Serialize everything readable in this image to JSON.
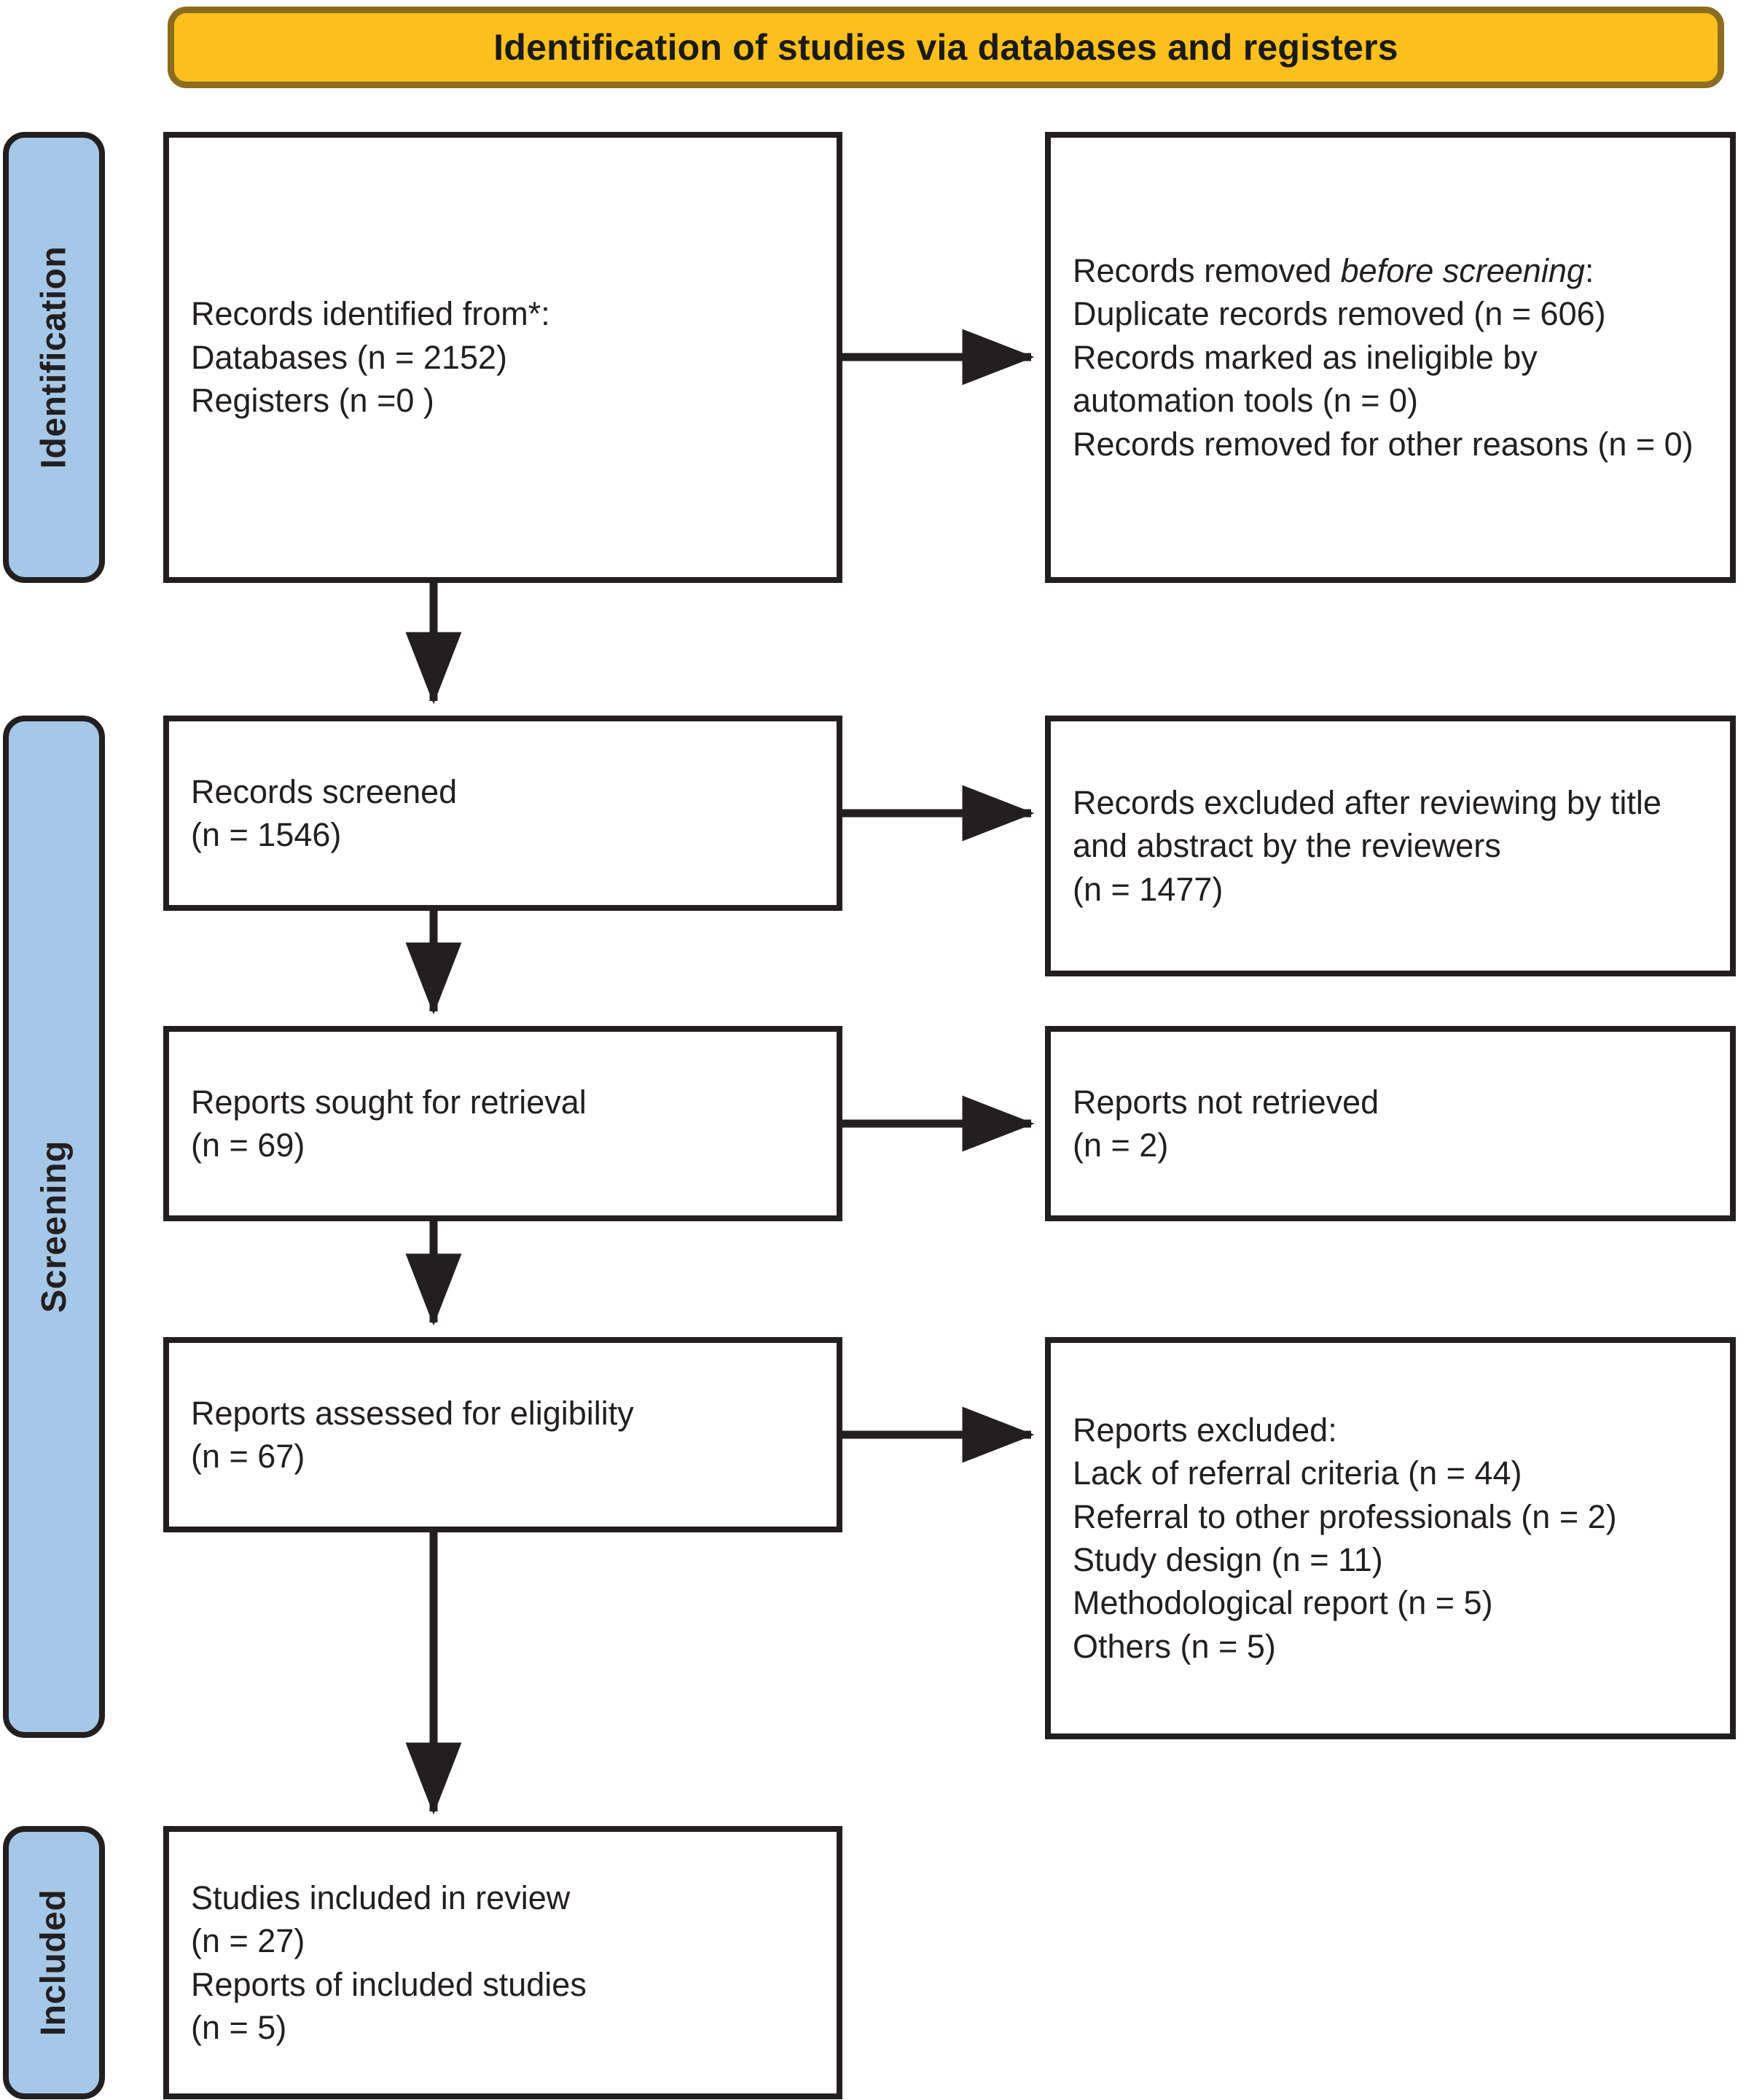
{
  "banner": {
    "label": "Identification of studies via databases and registers"
  },
  "stages": [
    {
      "id": "identification",
      "label": "Identification"
    },
    {
      "id": "screening",
      "label": "Screening"
    },
    {
      "id": "included",
      "label": "Included"
    }
  ],
  "boxes": {
    "identified": {
      "lines": [
        "Records identified from*:",
        "Databases (n = 2152)",
        "Registers (n =0 )"
      ]
    },
    "removed_before_screening": {
      "lead_plain": "Records removed ",
      "lead_italic": "before screening",
      "lead_tail": ":",
      "lines": [
        "Duplicate records removed  (n = 606)",
        "Records marked as ineligible by automation tools (n = 0)",
        "Records removed for other reasons (n = 0)"
      ]
    },
    "screened": {
      "lines": [
        "Records screened",
        "(n = 1546)"
      ]
    },
    "excluded_screening": {
      "lines": [
        "Records excluded after reviewing by title and abstract by the reviewers",
        "(n = 1477)"
      ]
    },
    "sought": {
      "lines": [
        "Reports sought for retrieval",
        "(n = 69)"
      ]
    },
    "not_retrieved": {
      "lines": [
        "Reports not retrieved",
        "(n = 2)"
      ]
    },
    "assessed": {
      "lines": [
        "Reports assessed for eligibility",
        "(n = 67)"
      ]
    },
    "excluded_reports": {
      "lines": [
        "Reports excluded:",
        "Lack of referral criteria (n = 44)",
        "Referral to other professionals (n = 2)",
        "Study design (n = 11)",
        "Methodological report (n = 5)",
        "Others (n = 5)"
      ]
    },
    "included": {
      "lines": [
        "Studies included in review",
        "(n = 27)",
        "Reports of included studies",
        "(n = 5)"
      ]
    }
  },
  "counts": {
    "databases": 2152,
    "registers": 0,
    "duplicates_removed": 606,
    "ineligible_automation": 0,
    "removed_other": 0,
    "screened": 1546,
    "excluded_title_abstract": 1477,
    "sought_for_retrieval": 69,
    "not_retrieved": 2,
    "assessed_for_eligibility": 67,
    "excluded_lack_referral_criteria": 44,
    "excluded_referral_other_professionals": 2,
    "excluded_study_design": 11,
    "excluded_methodological_report": 5,
    "excluded_others": 5,
    "studies_included": 27,
    "reports_of_included_studies": 5
  },
  "colors": {
    "banner_fill": "#FBC01D",
    "banner_border": "#8C6D1F",
    "stage_fill": "#A6C8E8",
    "stroke": "#231F20",
    "box_fill": "#FFFFFF"
  }
}
